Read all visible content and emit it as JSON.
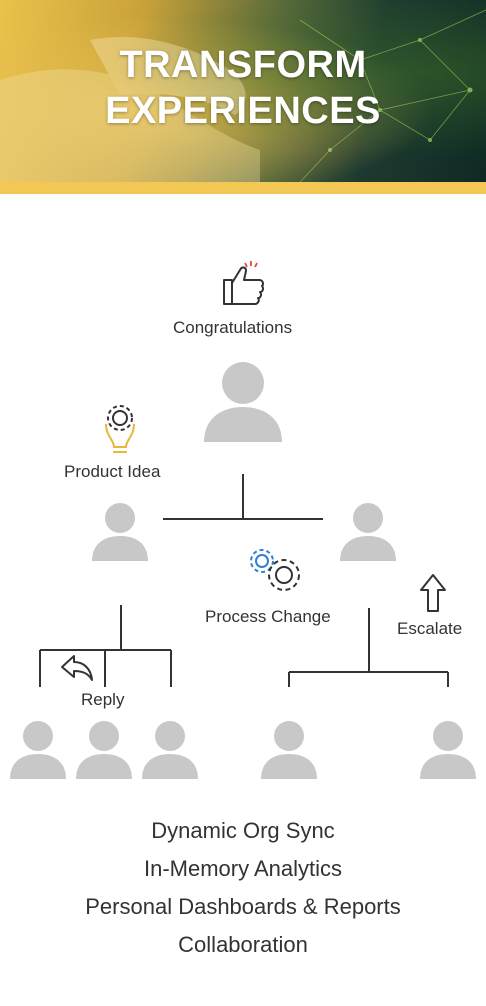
{
  "hero": {
    "title_line1": "TRANSFORM",
    "title_line2": "EXPERIENCES",
    "band_color": "#f3c753"
  },
  "diagram": {
    "labels": {
      "congratulations": "Congratulations",
      "product_idea": "Product Idea",
      "process_change": "Process Change",
      "escalate": "Escalate",
      "reply": "Reply"
    },
    "icons": {
      "congratulations": "thumbs-up-icon",
      "product_idea": "lightbulb-gear-icon",
      "process_change": "gears-icon",
      "escalate": "arrow-up-icon",
      "reply": "reply-arrow-icon"
    },
    "colors": {
      "person": "#c8c8c8",
      "line": "#333333",
      "accent_yellow": "#e8b83a",
      "accent_blue": "#2f7fd6",
      "accent_red": "#e24a3b"
    }
  },
  "features": [
    "Dynamic Org Sync",
    "In-Memory Analytics",
    "Personal Dashboards & Reports",
    "Collaboration"
  ]
}
